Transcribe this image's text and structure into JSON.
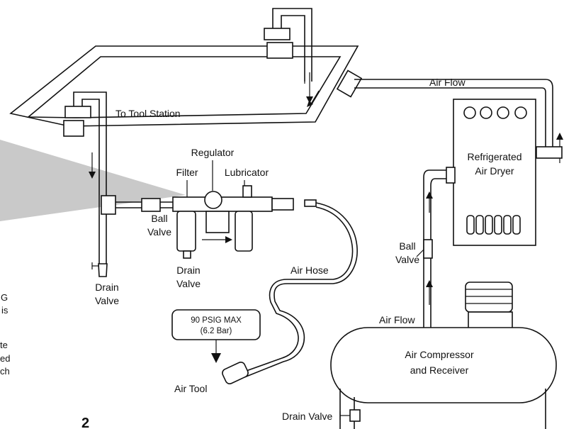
{
  "labels": {
    "to_tool_station": "To Tool Station",
    "air_flow_top": "Air Flow",
    "regulator": "Regulator",
    "filter": "Filter",
    "lubricator": "Lubricator",
    "ball_valve_left": [
      "Ball",
      "Valve"
    ],
    "drain_valve_frl": [
      "Drain",
      "Valve"
    ],
    "drain_valve_left": [
      "Drain",
      "Valve"
    ],
    "air_hose": "Air Hose",
    "pressure_note": [
      "90 PSIG MAX",
      "(6.2 Bar)"
    ],
    "air_tool": "Air Tool",
    "dryer": [
      "Refrigerated",
      "Air Dryer"
    ],
    "ball_valve_right": [
      "Ball",
      "Valve"
    ],
    "air_flow_bottom": "Air Flow",
    "compressor": [
      "Air Compressor",
      "and Receiver"
    ],
    "drain_valve_bottom": "Drain Valve"
  },
  "edge_text": [
    "G",
    "is",
    "te",
    "ed",
    "ch"
  ],
  "page_number": "2"
}
